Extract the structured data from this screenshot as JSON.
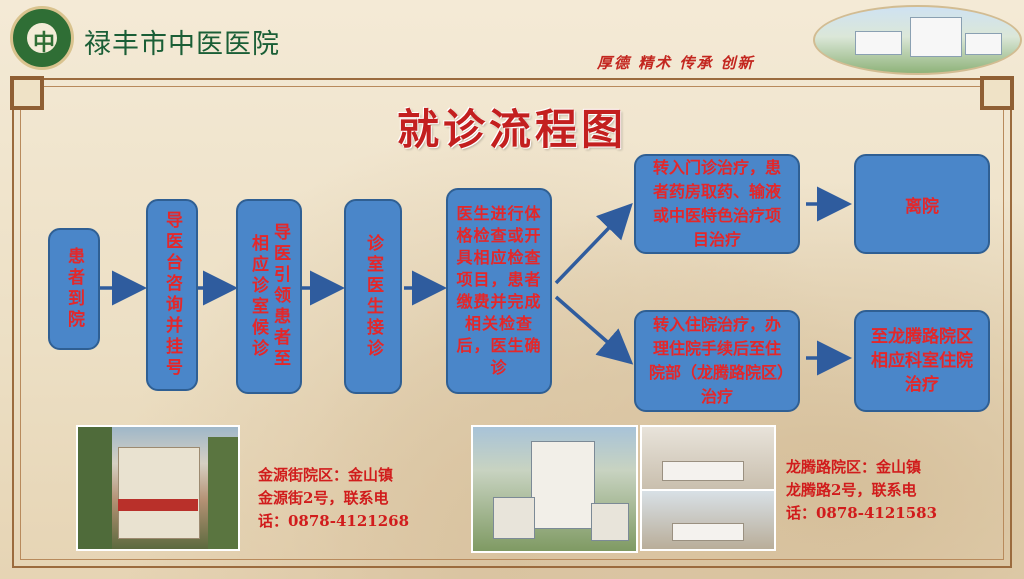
{
  "header": {
    "logo_mark": "中",
    "hospital_name": "禄丰市中医医院",
    "motto": "厚德 精术 传承 创新"
  },
  "title": "就诊流程图",
  "flow": {
    "step1": "患者到院",
    "step2": "导医台咨询并挂号",
    "step3": "导医引领患者至相应诊室候诊",
    "step4": "诊室医生接诊",
    "step5": "医生进行体格检查或开具相应检查项目，患者缴费并完成相关检查后，医生确诊",
    "outpatient": "转入门诊治疗，患者药房取药、输液或中医特色治疗项目治疗",
    "discharge": "离院",
    "inpatient": "转入住院治疗，办理住院手续后至住院部（龙腾路院区）治疗",
    "inpatient_dept": "至龙腾路院区相应科室住院治疗"
  },
  "campus_a": {
    "line1": "金源街院区：金山镇",
    "line2": "金源街2号，联系电",
    "line3": "话：0878-4121268"
  },
  "campus_b": {
    "line1": "龙腾路院区：金山镇",
    "line2": "龙腾路2号，联系电",
    "line3": "话：0878-4121583"
  },
  "colors": {
    "box_fill": "#4a86c9",
    "text_red": "#e4272a",
    "brand_green": "#1a5e36"
  }
}
